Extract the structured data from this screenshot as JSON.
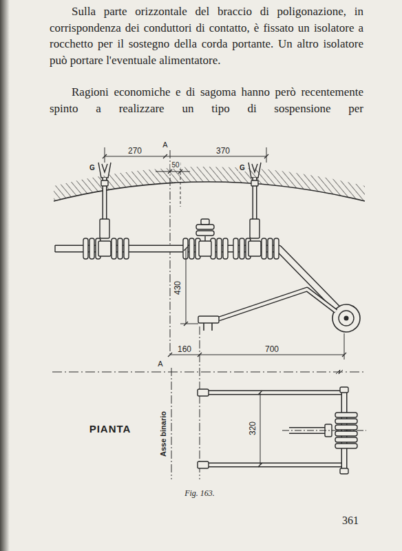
{
  "diagram": {
    "caption": "Fig. 163.",
    "labels": [
      "Sulla parte orizzontale del braccio di poligonazione, in corrispondenza dei conduttori di contatto, è fissato un isolatore a rocchetto per il sostegno della corda portante. Un altro isolatore può portare l'eventuale alimentatore.",
      "Ragioni economiche e di sagoma hanno però recentemente spinto a realizzare un tipo di sospensione per",
      "270",
      "A",
      "50",
      "370",
      "G",
      "G",
      "430",
      "160",
      "700",
      "A",
      "PIANTA",
      "Asse binario",
      "320",
      "361"
    ]
  }
}
